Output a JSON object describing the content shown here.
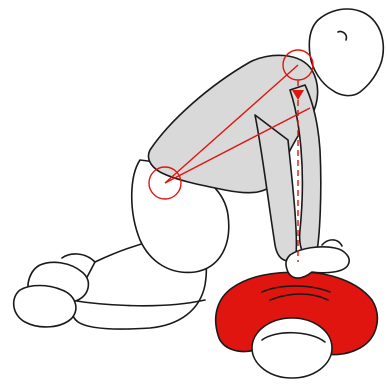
{
  "illustration": {
    "colors": {
      "shirt": "#d9d9d9",
      "pants": "#ffffff",
      "skin": "#ffffff",
      "outline": "#1a1a1a",
      "patient_shirt": "#e0150f",
      "guide_lines": "#e0150f"
    },
    "icons": [
      "rescuer-figure",
      "patient-figure",
      "shoulder-circle-marker",
      "hip-circle-marker",
      "vertical-force-arrow"
    ]
  }
}
